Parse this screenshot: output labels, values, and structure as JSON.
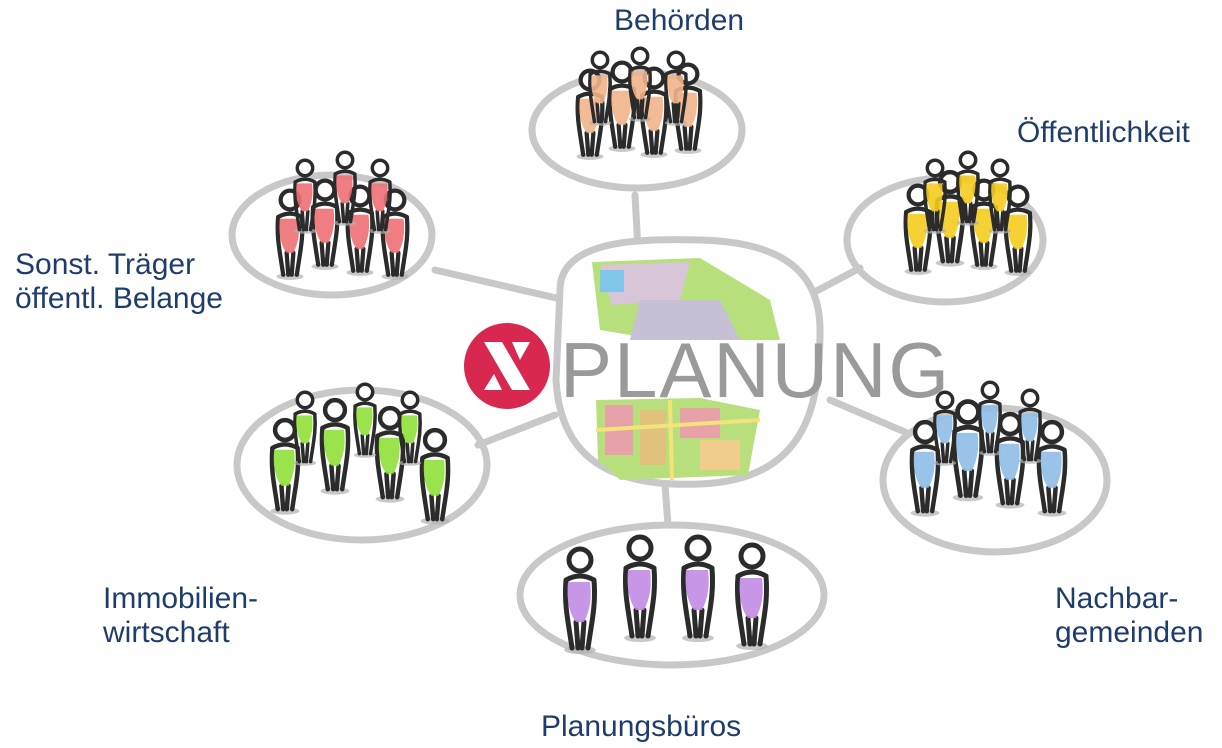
{
  "center": {
    "logo_text": "PLANUNG",
    "logo_color": "#d8284f"
  },
  "groups": [
    {
      "id": "behoerden",
      "lines": [
        "Behörden"
      ],
      "color": "#f2b48a"
    },
    {
      "id": "oeffentlichkeit",
      "lines": [
        "Öffentlichkeit"
      ],
      "color": "#f5cc1d"
    },
    {
      "id": "nachbargemeinden",
      "lines": [
        "Nachbar-",
        "gemeinden"
      ],
      "color": "#8fbde8"
    },
    {
      "id": "planungsbueros",
      "lines": [
        "Planungsbüros"
      ],
      "color": "#c18be3"
    },
    {
      "id": "immobilienwirtschaft",
      "lines": [
        "Immobilien-",
        "wirtschaft"
      ],
      "color": "#8fe03a"
    },
    {
      "id": "sonstige-traeger",
      "lines": [
        "Sonst. Träger",
        "öffentl. Belange"
      ],
      "color": "#ee6f73"
    }
  ],
  "colors": {
    "outline": "#c8c8c8",
    "figure_stroke": "#2b2b2b",
    "label_text": "#1f3d6b",
    "map_green": "#b7e07d"
  }
}
